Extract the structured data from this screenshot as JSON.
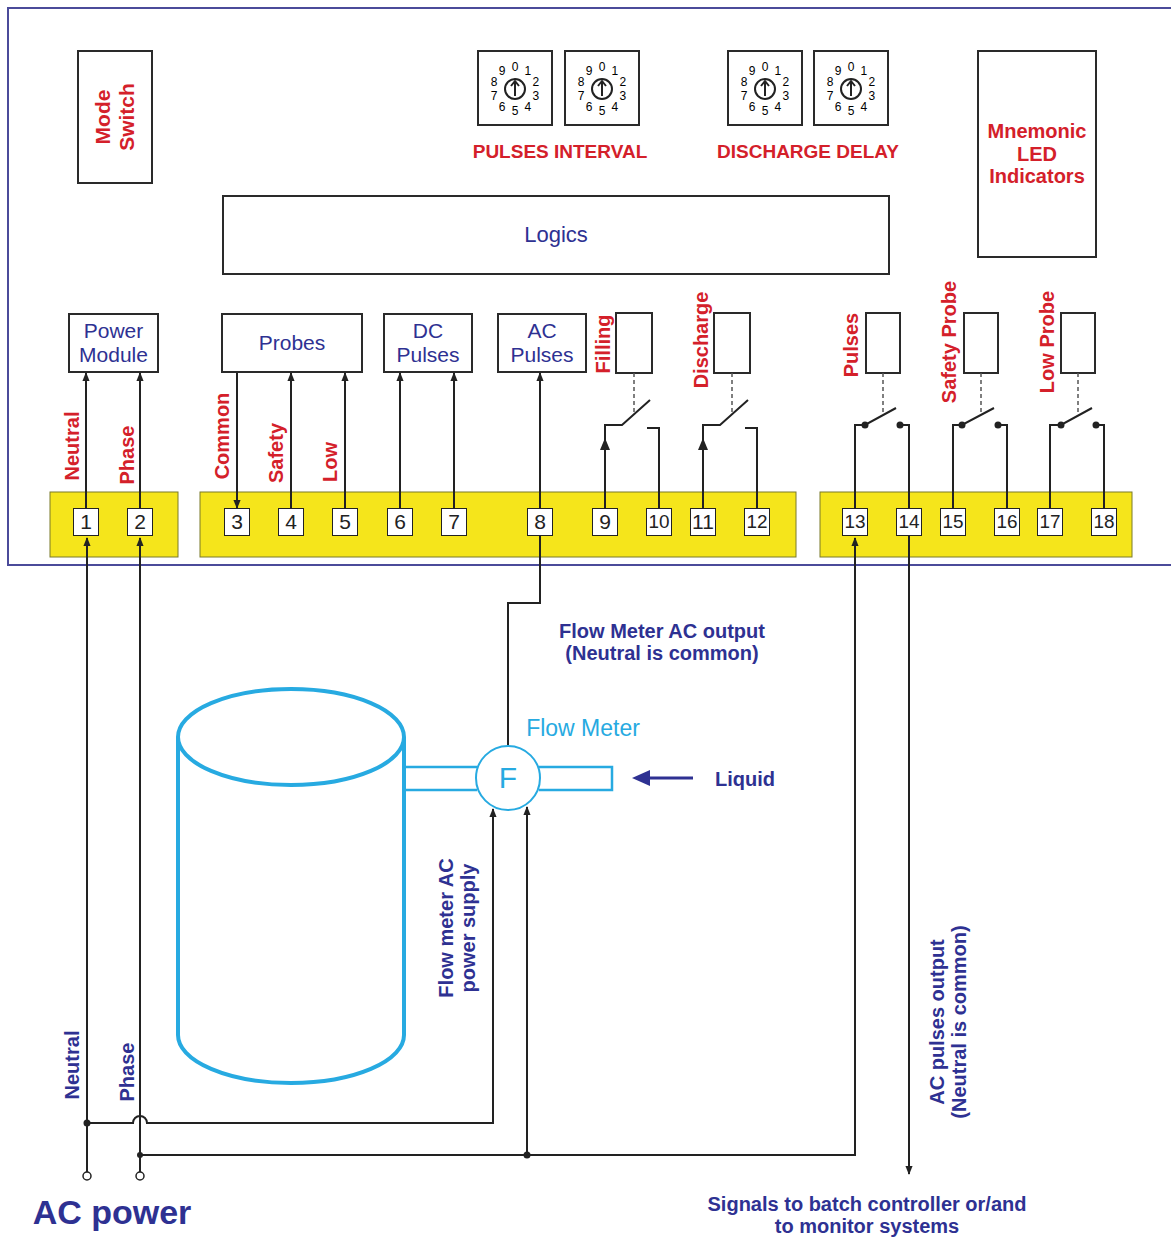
{
  "diagram": {
    "nodes": [
      {
        "text": [
          "Mode Switch"
        ]
      },
      {
        "text": [
          "0",
          "1",
          "2",
          "3",
          "4",
          "5",
          "6",
          "7",
          "8",
          "9"
        ]
      },
      {
        "text": [
          "0",
          "1",
          "2",
          "3",
          "4",
          "5",
          "6",
          "7",
          "8",
          "9"
        ]
      },
      {
        "text": [
          "0",
          "1",
          "2",
          "3",
          "4",
          "5",
          "6",
          "7",
          "8",
          "9"
        ]
      },
      {
        "text": [
          "0",
          "1",
          "2",
          "3",
          "4",
          "5",
          "6",
          "7",
          "8",
          "9"
        ]
      },
      {
        "text": [
          "Logics"
        ]
      },
      {
        "text": [
          "Mnemonic LED Indicators"
        ]
      },
      {
        "text": [
          "Power Module"
        ]
      },
      {
        "text": [
          "Probes"
        ]
      },
      {
        "text": [
          "DC Pulses"
        ]
      },
      {
        "text": [
          "AC Pulses"
        ]
      },
      {
        "text": [
          "1"
        ]
      },
      {
        "text": [
          "2"
        ]
      },
      {
        "text": [
          "3"
        ]
      },
      {
        "text": [
          "4"
        ]
      },
      {
        "text": [
          "5"
        ]
      },
      {
        "text": [
          "6"
        ]
      },
      {
        "text": [
          "7"
        ]
      },
      {
        "text": [
          "8"
        ]
      },
      {
        "text": [
          "9"
        ]
      },
      {
        "text": [
          "10"
        ]
      },
      {
        "text": [
          "11"
        ]
      },
      {
        "text": [
          "12"
        ]
      },
      {
        "text": [
          "13"
        ]
      },
      {
        "text": [
          "14"
        ]
      },
      {
        "text": [
          "15"
        ]
      },
      {
        "text": [
          "16"
        ]
      },
      {
        "text": [
          "17"
        ]
      },
      {
        "text": [
          "18"
        ]
      },
      {
        "text": [
          "F"
        ]
      }
    ],
    "edges": [
      {
        "from": 11,
        "to": 7,
        "arrow": "to"
      },
      {
        "from": 12,
        "to": 7,
        "arrow": "to"
      },
      {
        "from": 8,
        "to": 13,
        "arrow": "to"
      },
      {
        "from": 14,
        "to": 8,
        "arrow": "to"
      },
      {
        "from": 15,
        "to": 8,
        "arrow": "to"
      },
      {
        "from": 16,
        "to": 9,
        "arrow": "to"
      },
      {
        "from": 17,
        "to": 9,
        "arrow": "to"
      },
      {
        "from": 18,
        "to": 10,
        "arrow": "to"
      },
      {
        "from": 29,
        "to": 18,
        "arrow": "none"
      }
    ],
    "labels": [
      "Neutral",
      "Phase",
      "Common",
      "Safety",
      "Low",
      "Filling",
      "Discharge",
      "Pulses",
      "Safety Probe",
      "Low Probe",
      "PULSES INTERVAL",
      "DISCHARGE DELAY",
      "Flow Meter AC output (Neutral is common)",
      "Flow Meter",
      "Liquid",
      "Flow meter AC power supply",
      "Neutral",
      "Phase",
      "AC power",
      "AC pulses output (Neutral is common)",
      "Signals to batch controller or/and to monitor systems"
    ]
  }
}
